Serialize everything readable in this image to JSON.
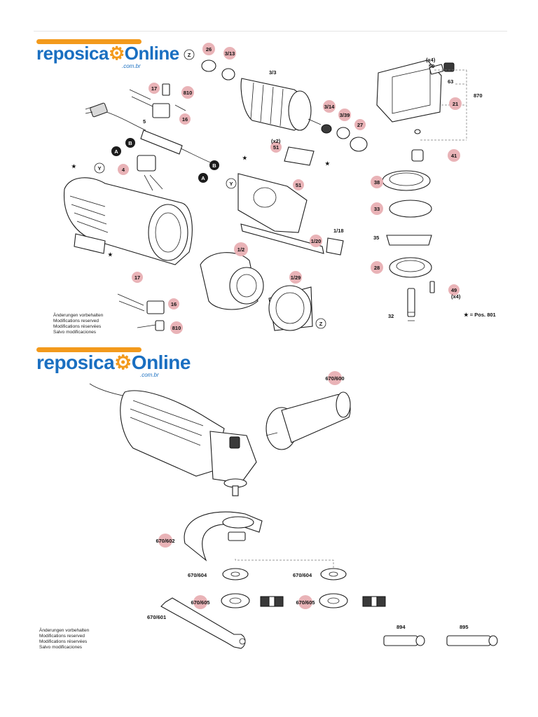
{
  "logo": {
    "brand_prefix": "reposica",
    "brand_o": "O",
    "brand_suffix": "nline",
    "domain": ".com.br"
  },
  "diagram1": {
    "callouts": [
      "26",
      "3/13",
      "17",
      "810",
      "16",
      "51",
      "51",
      "21",
      "41",
      "38",
      "33",
      "28",
      "49",
      "4",
      "1/2",
      "17",
      "16",
      "810",
      "1/29",
      "27",
      "3/39",
      "3/14"
    ],
    "labels": [
      "Z",
      "3/3",
      "(x4)",
      "50",
      "63",
      "870",
      "(x2)",
      "Y",
      "1/18",
      "1/20",
      "35",
      "(x4)",
      "32",
      "A",
      "B",
      "B",
      "A",
      "5",
      "Y",
      "Z"
    ],
    "legend": "★ = Pos. 801",
    "notes": [
      "Änderungen vorbehalten",
      "Modifications reserved",
      "Modifications réservées",
      "Salvo modificaciones"
    ]
  },
  "diagram2": {
    "callouts": [
      "670/600",
      "670/602",
      "670/605",
      "670/605"
    ],
    "labels": [
      "670/604",
      "670/604",
      "670/601",
      "894",
      "895"
    ],
    "notes": [
      "Änderungen vorbehalten",
      "Modifications reserved",
      "Modifications réservées",
      "Salvo modificaciones"
    ]
  },
  "colors": {
    "brand_blue": "#1a6fc1",
    "brand_orange": "#f39a1c",
    "callout_pink": "#e9b3b7"
  }
}
